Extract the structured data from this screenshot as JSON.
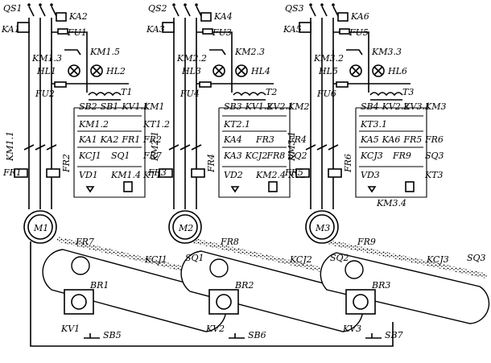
{
  "sections": [
    {
      "switch": "QS1",
      "contactor": "KA1",
      "relay": "KA2",
      "fuse_top": "FU1",
      "km_a": "KM1.3",
      "km_b": "KM1.5",
      "lamp_a": "HL1",
      "lamp_b": "HL2",
      "fuse_ctrl": "FU2",
      "transformer": "T1",
      "row1": [
        "SB2",
        "SB1",
        "KV1.1",
        "KM1"
      ],
      "row2": [
        "KM1.2",
        "KT1.2"
      ],
      "row3": [
        "KA1",
        "KA2",
        "FR1",
        "FR2"
      ],
      "row4": [
        "KCJ1",
        "SQ1",
        "FR7"
      ],
      "row5": [
        "VD1",
        "KM1.4",
        "KT1"
      ],
      "km_power": "KM1.1",
      "fr_left": "FR1",
      "fr_right": "FR2",
      "motor": "M1",
      "fr_belt": "FR7",
      "speed_sensor": "KCJ1",
      "belt_switch": "SQ1",
      "brake": "BR1",
      "brake_relay": "KV1",
      "button": "SB5"
    },
    {
      "switch": "QS2",
      "contactor": "KA3",
      "relay": "KA4",
      "fuse_top": "FU3",
      "km_a": "KM2.2",
      "km_b": "KM2.3",
      "lamp_a": "HL3",
      "lamp_b": "HL4",
      "fuse_ctrl": "FU4",
      "transformer": "T2",
      "row1": [
        "SB3",
        "KV1.2",
        "KV2.1",
        "KM2"
      ],
      "row2": [
        "KT2.1"
      ],
      "row3": [
        "KA4",
        "FR3",
        "FR4"
      ],
      "row4": [
        "KA3",
        "KCJ2",
        "FR8",
        "SQ2"
      ],
      "row5": [
        "VD2",
        "KM2.4",
        "KT2"
      ],
      "km_power": "KM2.1",
      "fr_left": "FR3",
      "fr_right": "FR4",
      "motor": "M2",
      "fr_belt": "FR8",
      "speed_sensor": "KCJ2",
      "belt_switch": "SQ2",
      "brake": "BR2",
      "brake_relay": "KV2",
      "button": "SB6"
    },
    {
      "switch": "QS3",
      "contactor": "KA5",
      "relay": "KA6",
      "fuse_top": "FU5",
      "km_a": "KM3.2",
      "km_b": "KM3.3",
      "lamp_a": "HL5",
      "lamp_b": "HL6",
      "fuse_ctrl": "FU6",
      "transformer": "T3",
      "row1": [
        "SB4",
        "KV2.2",
        "KV3.1",
        "KM3"
      ],
      "row2": [
        "KT3.1"
      ],
      "row3": [
        "KA5",
        "KA6",
        "FR5",
        "FR6"
      ],
      "row4": [
        "KCJ3",
        "FR9",
        "SQ3"
      ],
      "row5": [
        "VD3",
        "KT3"
      ],
      "row6": [
        "KM3.4"
      ],
      "km_power": "KM3.1",
      "fr_left": "FR5",
      "fr_right": "FR6",
      "motor": "M3",
      "fr_belt": "FR9",
      "speed_sensor": "KCJ3",
      "belt_switch": "SQ3",
      "brake": "BR3",
      "brake_relay": "KV3",
      "button": "SB7"
    }
  ]
}
